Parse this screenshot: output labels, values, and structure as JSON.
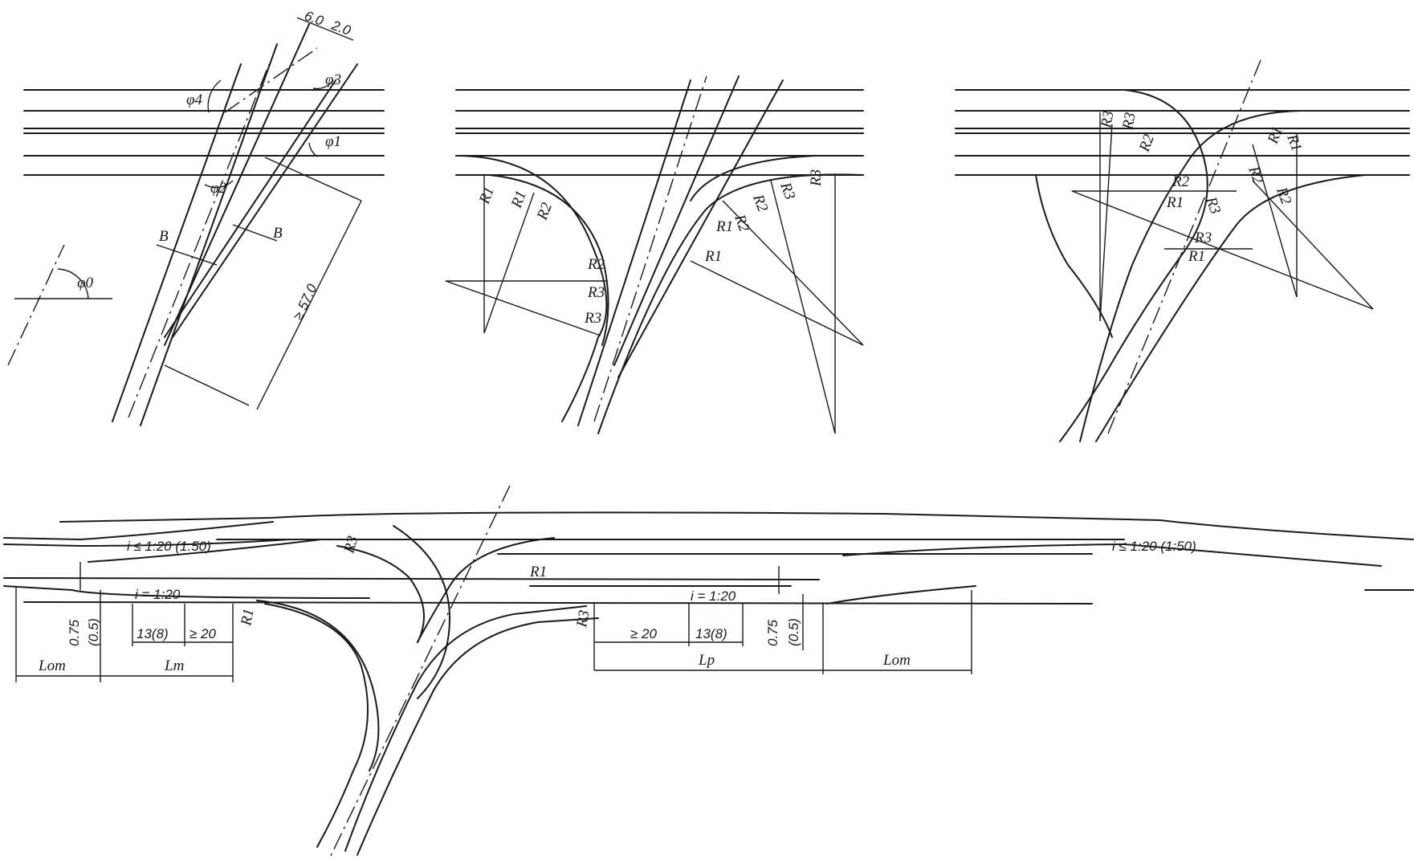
{
  "fig1": {
    "dim_top_a": "6.0",
    "dim_top_b": "2.0",
    "phi0": "φ0",
    "phi1": "φ1",
    "phi2": "φ2",
    "phi3": "φ3",
    "phi4": "φ4",
    "b_left": "B",
    "b_right": "B",
    "length_min": "≥ 57.0"
  },
  "fig2": {
    "labels": [
      "R1",
      "R1",
      "R2",
      "R2",
      "R3",
      "R3",
      "R1",
      "R2",
      "R2",
      "R3",
      "R1",
      "R3"
    ]
  },
  "fig3": {
    "labels": [
      "R3",
      "R3",
      "R2",
      "R1",
      "R1",
      "R2",
      "R2",
      "R1",
      "R3",
      "R2",
      "R3",
      "R1"
    ]
  },
  "fig4": {
    "slope_left": "i ≤ 1:20 (1:50)",
    "slope_right": "i ≤ 1:20 (1:50)",
    "slope_accel": "i = 1:20",
    "slope_decel": "i = 1:20",
    "r3_top": "R3",
    "r1_mid": "R1",
    "r1_left": "R1",
    "r3_right": "R3",
    "offset_left": "0.75",
    "offset_left_alt": "(0.5)",
    "offset_right": "0.75",
    "offset_right_alt": "(0.5)",
    "dim_13_left": "13(8)",
    "dim_20_left": "≥ 20",
    "dim_20_right": "≥ 20",
    "dim_13_right": "13(8)",
    "l_ot_left": "Lот",
    "l_t": "Lт",
    "l_r": "Lр",
    "l_ot_right": "Lот"
  }
}
